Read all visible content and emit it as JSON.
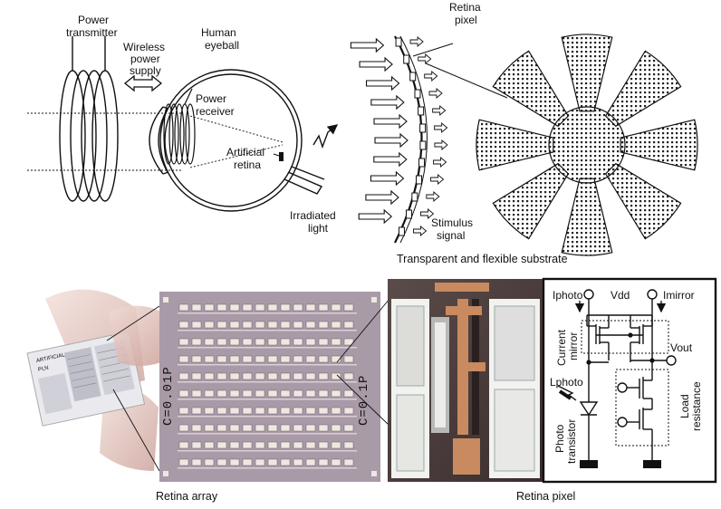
{
  "top": {
    "power_transmitter": [
      "Power",
      "transmitter"
    ],
    "wireless_power_supply": [
      "Wireless",
      "power",
      "supply"
    ],
    "human_eyeball": [
      "Human",
      "eyeball"
    ],
    "power_receiver": [
      "Power",
      "receiver"
    ],
    "artificial_retina": [
      "Artificial",
      "retina"
    ],
    "retina_pixel": [
      "Retina",
      "pixel"
    ],
    "irradiated_light": [
      "Irradiated",
      "light"
    ],
    "stimulus_signal": [
      "Stimulus",
      "signal"
    ],
    "substrate_caption": "Transparent and flexible substrate"
  },
  "bottom": {
    "chip_label": [
      "ARTIFICIAL",
      "PLN"
    ],
    "array_label_left": "C=0.01P",
    "array_label_right": "C=0.1P",
    "retina_array_caption": "Retina array",
    "retina_pixel_caption": "Retina pixel"
  },
  "circuit": {
    "iphoto": "Iphoto",
    "vdd": "Vdd",
    "imirror": "Imirror",
    "current_mirror": [
      "Current",
      "mirror"
    ],
    "vout": "Vout",
    "lphoto": "Lphoto",
    "phototransistor": [
      "Photo",
      "transistor"
    ],
    "load_resistance": [
      "Load",
      "resistance"
    ]
  },
  "colors": {
    "ink": "#111111",
    "array_bg": "#a99aa8",
    "array_cell": "#ede8e0",
    "array_label": "#e07a30",
    "micro_copper": "#c98a60",
    "micro_dark": "#2a2020",
    "skin": "#e8cfc8"
  }
}
